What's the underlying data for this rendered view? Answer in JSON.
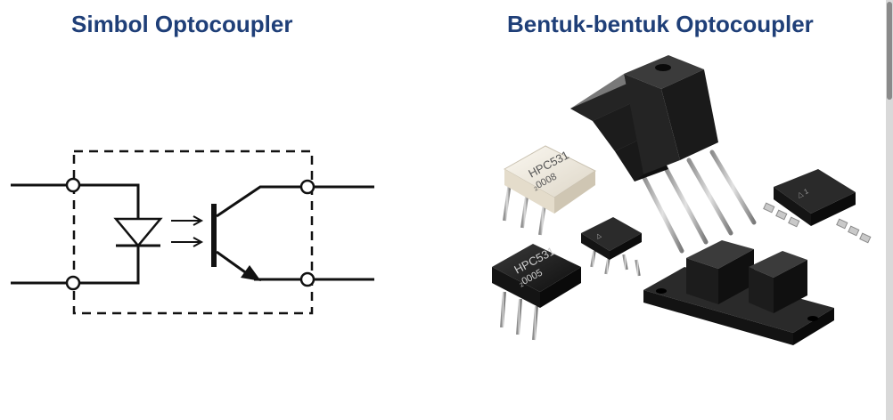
{
  "titles": {
    "symbol": "Simbol Optocoupler",
    "forms": "Bentuk-bentuk Optocoupler"
  },
  "components": {
    "dip6_white": {
      "line1": "HPC531",
      "line2": "₂0008"
    },
    "dip6_black": {
      "line1": "HPC531",
      "line2": "₂0005"
    }
  },
  "colors": {
    "title": "#1f3f78",
    "schematic": "#111111",
    "component_body": "#1b1b1b",
    "white_body": "#f1ece2"
  }
}
